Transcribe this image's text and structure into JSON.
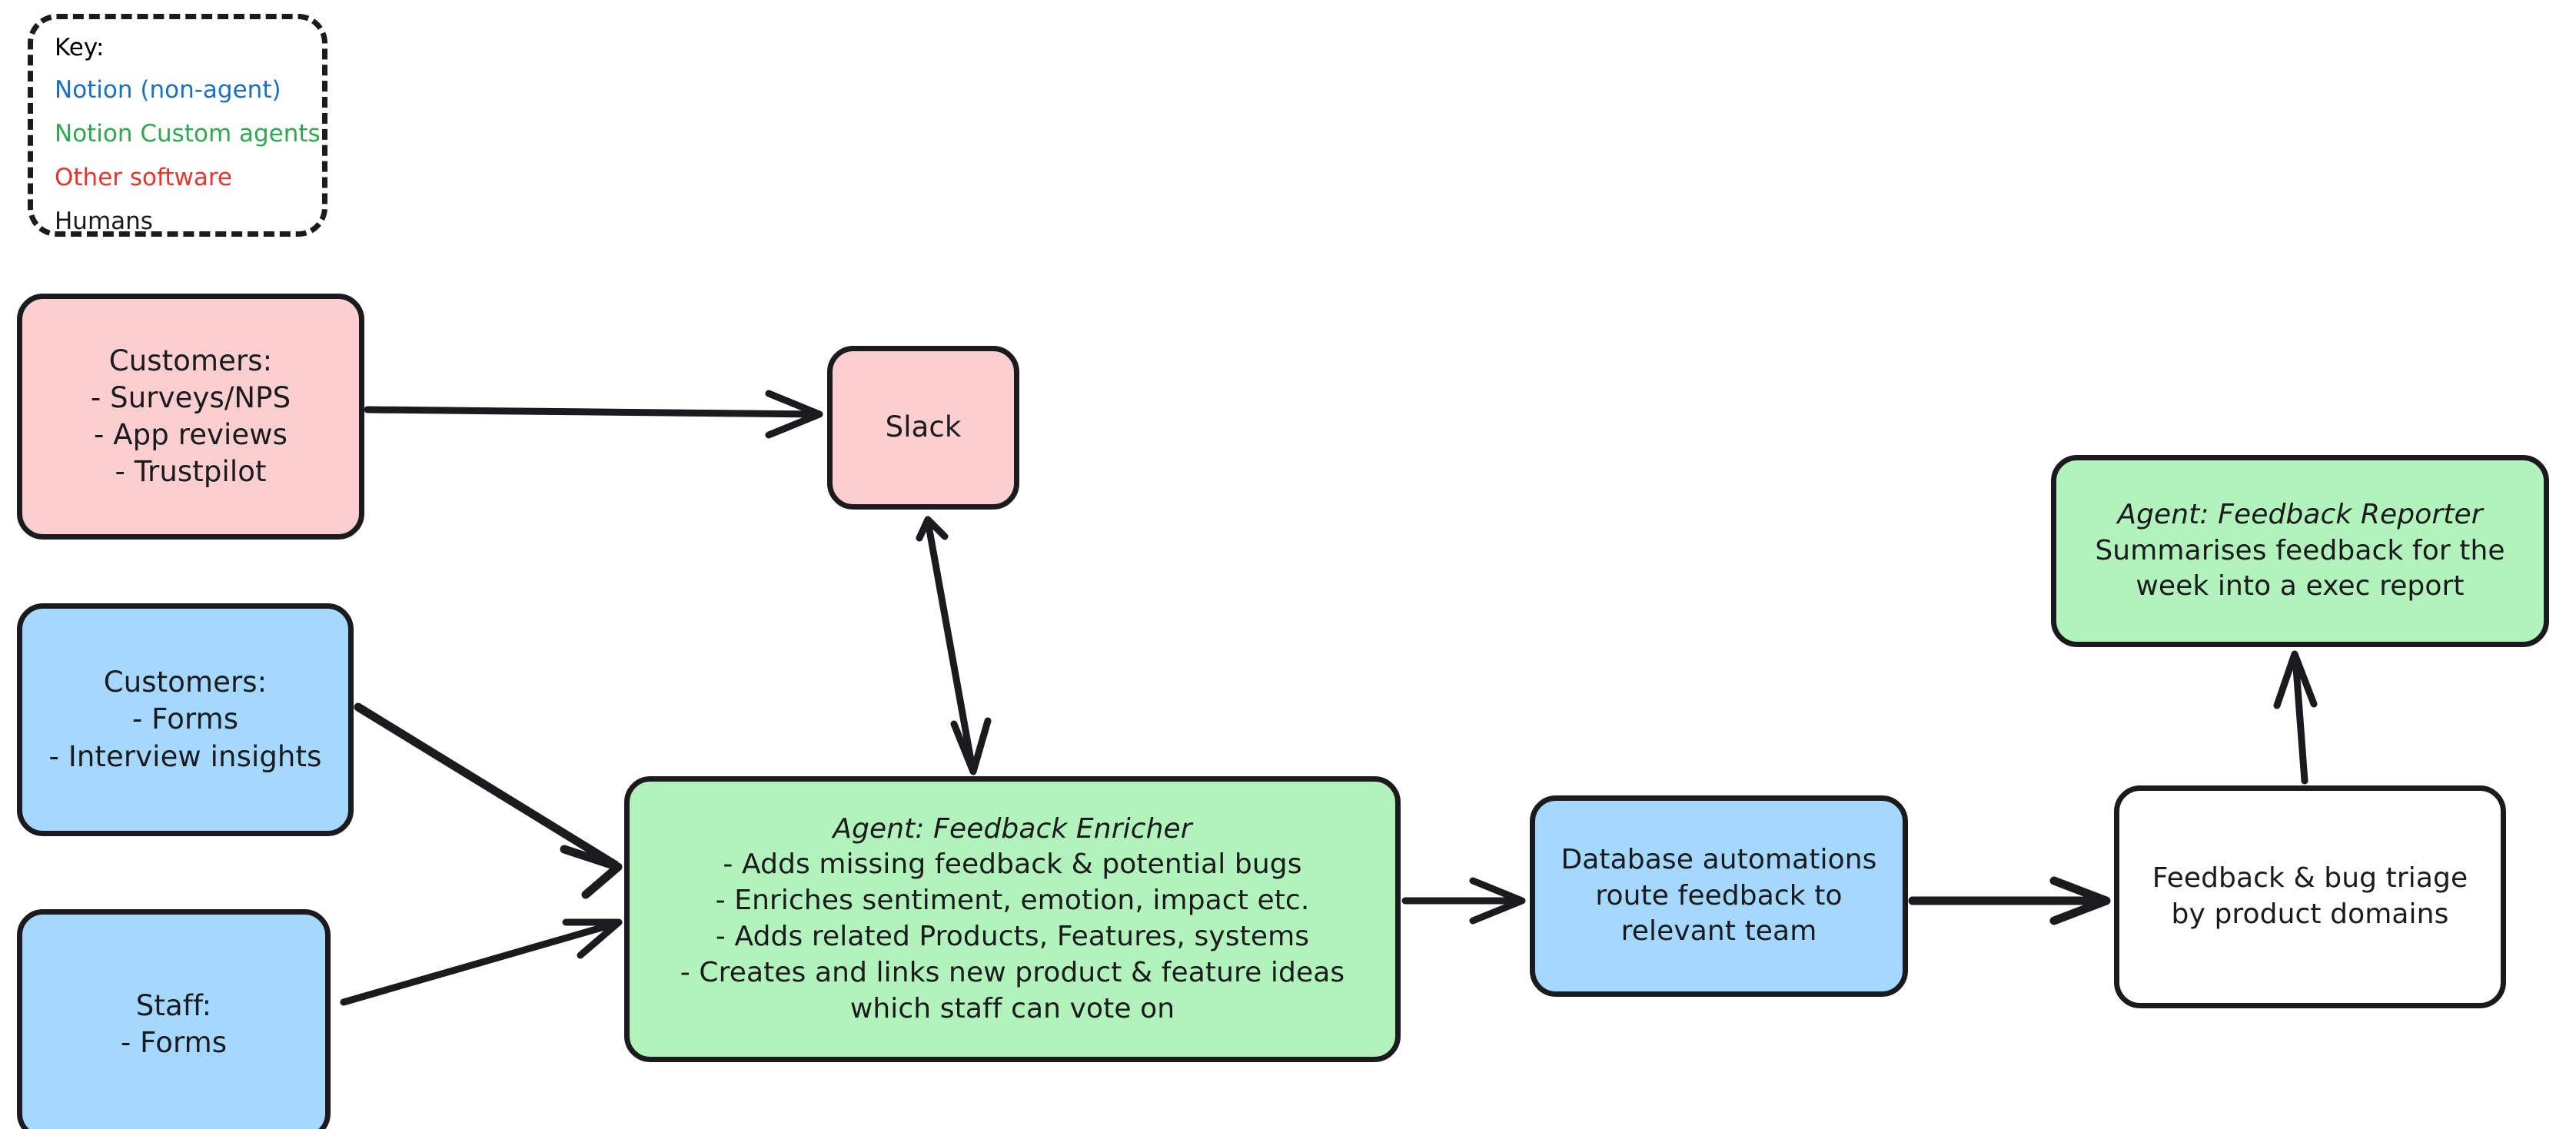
{
  "diagram": {
    "title": "Customer feedback enrichment and triage workflow",
    "colors": {
      "pink_fill": "#fbcfd0",
      "blue_fill": "#a5d8ff",
      "green_fill": "#b2f2bb",
      "white_fill": "#ffffff",
      "stroke": "#1b1b1f",
      "legend_blue_text": "#1971c2",
      "legend_green_text": "#2fa84f",
      "legend_red_text": "#e8342e",
      "legend_black_text": "#1b1b1f"
    }
  },
  "legend": {
    "title": "Key:",
    "items": [
      {
        "label": "Notion (non-agent)",
        "color": "#1971c2"
      },
      {
        "label": "Notion Custom agents",
        "color": "#2fa84f"
      },
      {
        "label": "Other software",
        "color": "#e8342e"
      },
      {
        "label": "Humans",
        "color": "#1b1b1f"
      }
    ]
  },
  "nodes": {
    "customers_pink": {
      "category": "Other software",
      "fill": "#fbcfd0",
      "lines": [
        "Customers:",
        "- Surveys/NPS",
        "- App reviews",
        "- Trustpilot"
      ]
    },
    "slack": {
      "category": "Other software",
      "fill": "#fbcfd0",
      "lines": [
        "Slack"
      ]
    },
    "customers_blue": {
      "category": "Notion (non-agent)",
      "fill": "#a5d8ff",
      "lines": [
        "Customers:",
        "- Forms",
        "- Interview insights"
      ]
    },
    "staff": {
      "category": "Notion (non-agent)",
      "fill": "#a5d8ff",
      "lines": [
        "Staff:",
        "- Forms"
      ]
    },
    "enricher": {
      "category": "Notion Custom agents",
      "fill": "#b2f2bb",
      "lines": [
        "Agent: Feedback Enricher",
        "- Adds missing feedback & potential bugs",
        "- Enriches sentiment, emotion, impact etc.",
        "- Adds related Products, Features, systems",
        "- Creates and links new product & feature ideas",
        "which staff can vote on"
      ]
    },
    "db_automations": {
      "category": "Notion (non-agent)",
      "fill": "#a5d8ff",
      "lines": [
        "Database automations",
        "route feedback to",
        "relevant team"
      ]
    },
    "triage": {
      "category": "Humans",
      "fill": "#ffffff",
      "lines": [
        "Feedback & bug triage",
        "by product domains"
      ]
    },
    "reporter": {
      "category": "Notion Custom agents",
      "fill": "#b2f2bb",
      "lines": [
        "Agent: Feedback Reporter",
        "Summarises feedback for the",
        "week into a exec report"
      ]
    }
  },
  "edges": [
    {
      "from": "customers_pink",
      "to": "slack",
      "direction": "one-way"
    },
    {
      "from": "customers_blue",
      "to": "enricher",
      "direction": "one-way"
    },
    {
      "from": "staff",
      "to": "enricher",
      "direction": "one-way"
    },
    {
      "from": "slack",
      "to": "enricher",
      "direction": "two-way"
    },
    {
      "from": "enricher",
      "to": "db_automations",
      "direction": "one-way"
    },
    {
      "from": "db_automations",
      "to": "triage",
      "direction": "one-way"
    },
    {
      "from": "triage",
      "to": "reporter",
      "direction": "one-way"
    }
  ]
}
